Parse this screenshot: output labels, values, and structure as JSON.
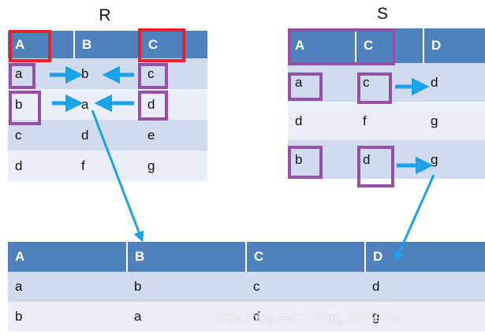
{
  "relation_r": {
    "title": "R",
    "headers": [
      "A",
      "B",
      "C"
    ],
    "rows": [
      [
        "a",
        "b",
        "c"
      ],
      [
        "b",
        "a",
        "d"
      ],
      [
        "c",
        "d",
        "e"
      ],
      [
        "d",
        "f",
        "g"
      ]
    ]
  },
  "relation_s": {
    "title": "S",
    "headers": [
      "A",
      "C",
      "D"
    ],
    "rows": [
      [
        "a",
        "c",
        "d"
      ],
      [
        "d",
        "f",
        "g"
      ],
      [
        "b",
        "d",
        "g"
      ]
    ]
  },
  "result": {
    "headers": [
      "A",
      "B",
      "C",
      "D"
    ],
    "rows": [
      [
        "a",
        "b",
        "c",
        "d"
      ],
      [
        "b",
        "a",
        "d",
        "g"
      ]
    ]
  },
  "colors": {
    "header_blue": "#4f81bd",
    "row_dark": "#d0dbee",
    "row_light": "#e9eef7",
    "highlight_red": "#e8212b",
    "highlight_purple": "#9650a8",
    "arrow_blue": "#1aa3e8"
  },
  "watermark": "https://blog.csdn.net/qq_38859786"
}
